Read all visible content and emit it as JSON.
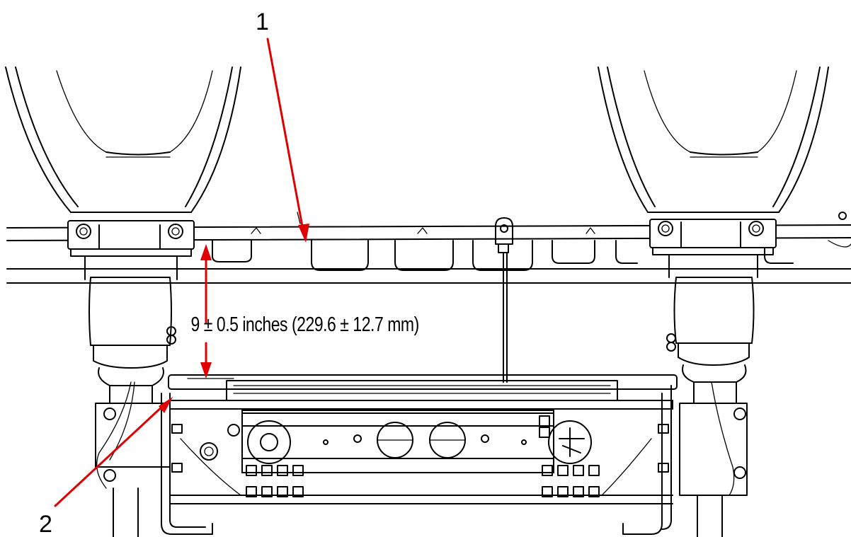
{
  "diagram": {
    "callouts": [
      {
        "id": "1",
        "label": "1"
      },
      {
        "id": "2",
        "label": "2"
      }
    ],
    "dimension_label": "9 ± 0.5 inches (229.6 ± 12.7 mm)",
    "colors": {
      "arrow": "#e00000",
      "line_art": "#000000",
      "background": "#ffffff"
    }
  }
}
